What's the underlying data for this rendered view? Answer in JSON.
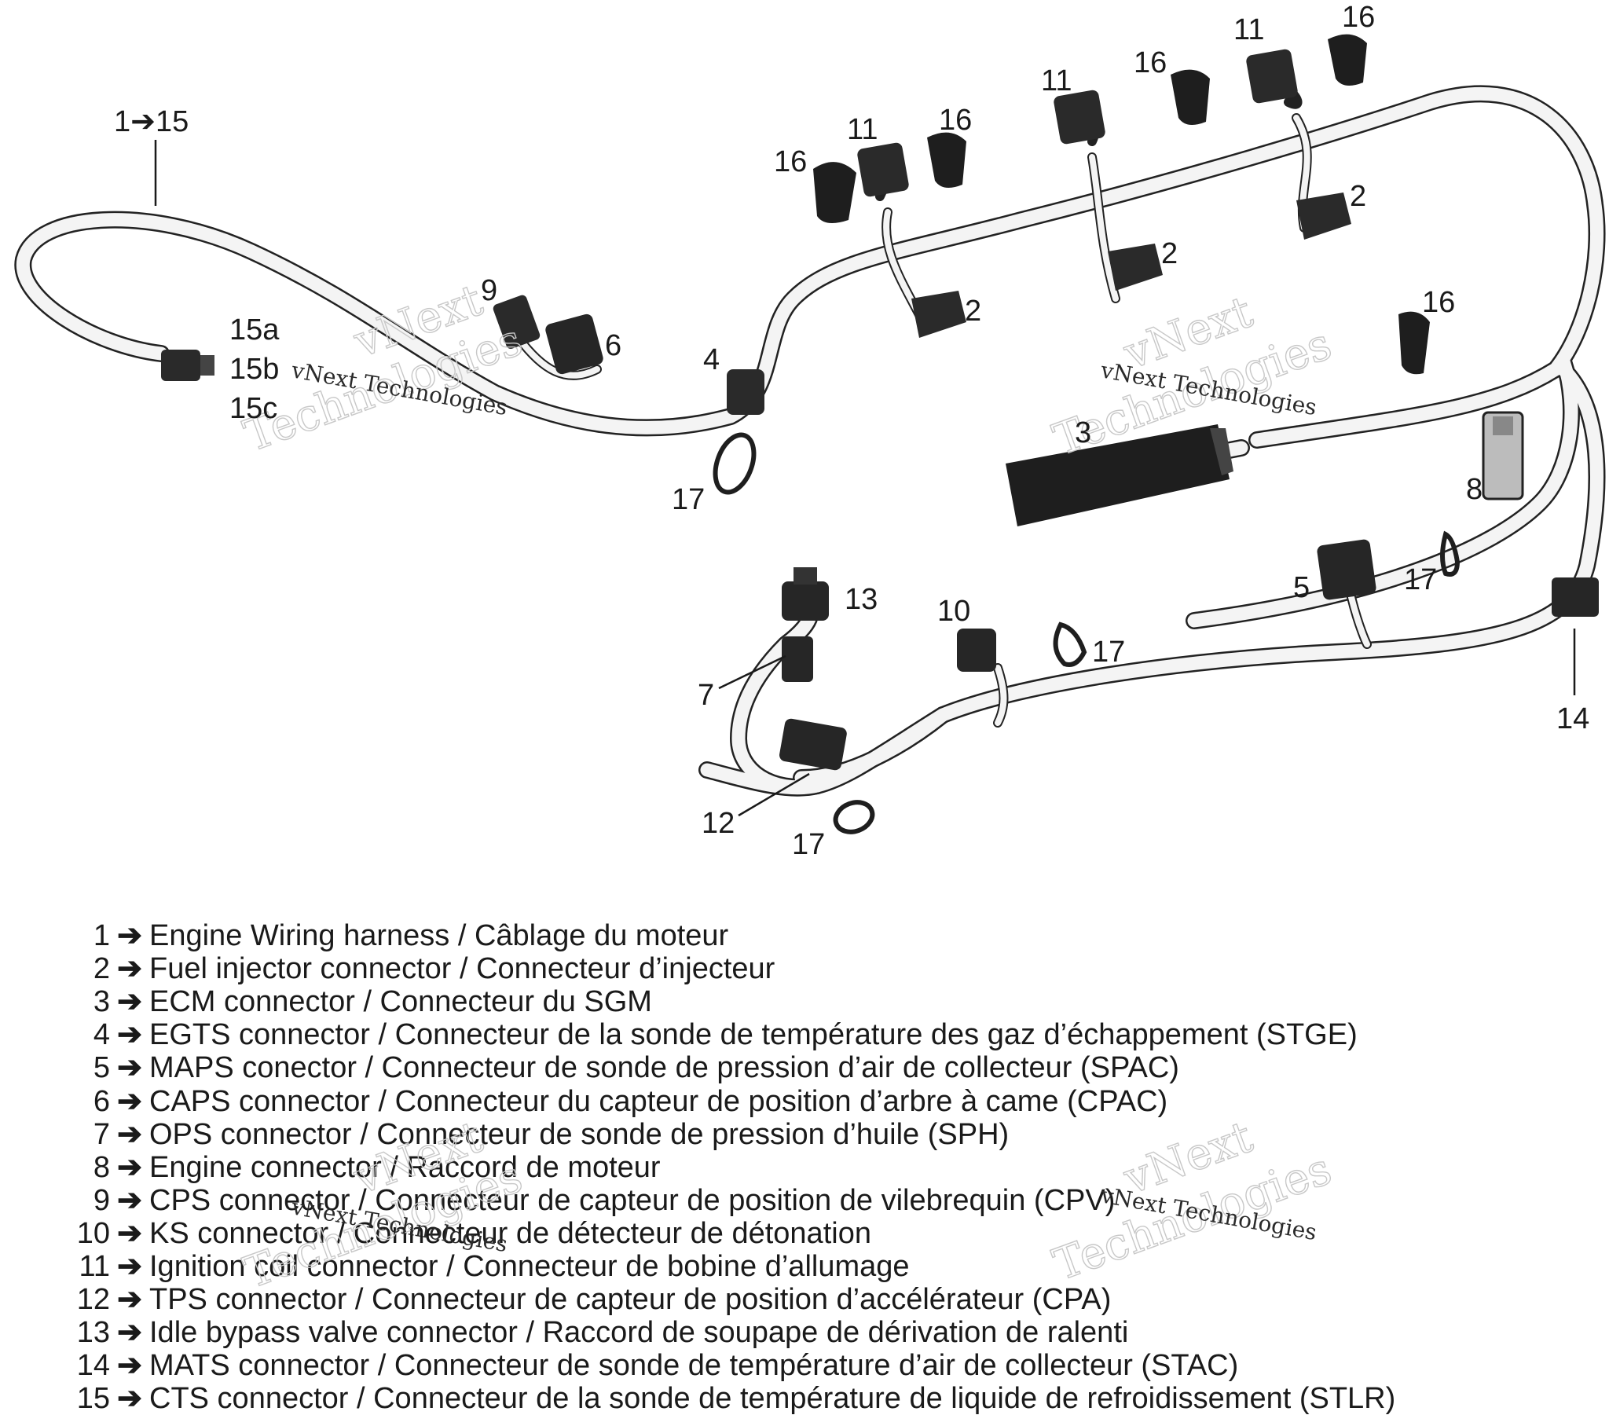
{
  "callouts": {
    "c_1_15": "1➔15",
    "c_15a": "15a",
    "c_15b": "15b",
    "c_15c": "15c",
    "c_9": "9",
    "c_6": "6",
    "c_4": "4",
    "c_17_a": "17",
    "c_16_a": "16",
    "c_11_a": "11",
    "c_16_b": "16",
    "c_11_b": "11",
    "c_16_c": "16",
    "c_11_c": "11",
    "c_16_d": "16",
    "c_2_a": "2",
    "c_2_b": "2",
    "c_2_c": "2",
    "c_16_e": "16",
    "c_3": "3",
    "c_8": "8",
    "c_13": "13",
    "c_10": "10",
    "c_17_b": "17",
    "c_5": "5",
    "c_17_c": "17",
    "c_7": "7",
    "c_14": "14",
    "c_12": "12",
    "c_17_d": "17"
  },
  "watermark": {
    "brand": "vNext",
    "technologies": "Technologies",
    "small": "vNext Technologies"
  },
  "legend": [
    {
      "num": "1",
      "text": "Engine Wiring harness / Câblage du moteur"
    },
    {
      "num": "2",
      "text": "Fuel injector connector / Connecteur d’injecteur"
    },
    {
      "num": "3",
      "text": "ECM connector / Connecteur du SGM"
    },
    {
      "num": "4",
      "text": "EGTS connector / Connecteur de la sonde de température des gaz d’échappement (STGE)"
    },
    {
      "num": "5",
      "text": "MAPS conector / Connecteur de sonde de pression d’air de collecteur (SPAC)"
    },
    {
      "num": "6",
      "text": "CAPS connector / Connecteur du capteur de position d’arbre à came (CPAC)"
    },
    {
      "num": "7",
      "text": "OPS connector / Connecteur de sonde de pression d’huile (SPH)"
    },
    {
      "num": "8",
      "text": "Engine connector / Raccord de moteur"
    },
    {
      "num": "9",
      "text": "CPS connector / Connecteur de capteur de position de vilebrequin (CPV)"
    },
    {
      "num": "10",
      "text": "KS connector / Connecteur de détecteur de détonation"
    },
    {
      "num": "11",
      "text": "Ignition coil connector / Connecteur de bobine d’allumage"
    },
    {
      "num": "12",
      "text": "TPS connector / Connecteur de capteur de position d’accélérateur (CPA)"
    },
    {
      "num": "13",
      "text": "Idle bypass valve connector / Raccord de soupape de dérivation de ralenti"
    },
    {
      "num": "14",
      "text": "MATS connector / Connecteur de sonde de température d’air de collecteur (STAC)"
    },
    {
      "num": "15",
      "text": "CTS connector / Connecteur de la sonde de température de liquide de refroidissement (STLR)"
    }
  ],
  "arrow_glyph": "➔"
}
